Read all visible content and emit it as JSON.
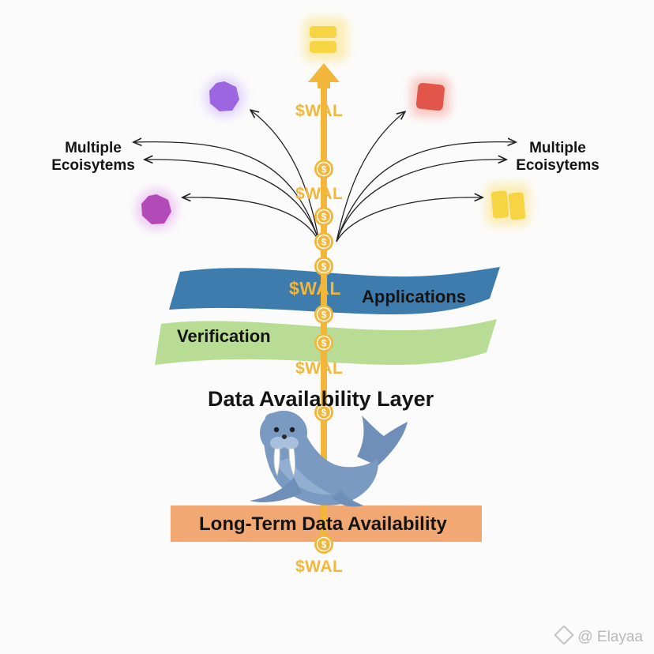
{
  "ecosystems_left": {
    "line1": "Multiple",
    "line2": "Ecoisytems"
  },
  "ecosystems_right": {
    "line1": "Multiple",
    "line2": "Ecoisytems"
  },
  "token_label": "$WAL",
  "coin_glyph": "$",
  "layers": {
    "applications": "Applications",
    "verification": "Verification",
    "data_availability": "Data Availability Layer",
    "long_term": "Long-Term Data Availability"
  },
  "watermark": {
    "handle": "@ Elayaa"
  },
  "colors": {
    "token_gold": "#f2b63a",
    "applications_band": "#3d7cac",
    "verification_band": "#b9dc95",
    "long_term_bar": "#f2a873",
    "walrus": "#7b9ac2",
    "purple_node": "#9b66e0",
    "magenta_node": "#b24ab8",
    "red_node": "#e2554a",
    "yellow_node": "#f6d444"
  }
}
